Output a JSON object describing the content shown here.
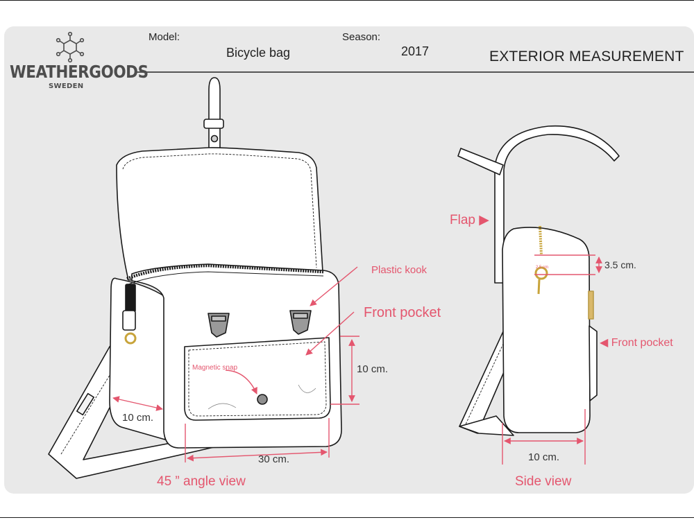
{
  "header": {
    "brand_name": "WEATHERGOODS",
    "brand_sub": "SWEDEN",
    "model_label": "Model:",
    "model_value": "Bicycle bag",
    "season_label": "Season:",
    "season_value": "2017",
    "doc_title": "EXTERIOR MEASUREMENT"
  },
  "angle_view": {
    "caption": "45 ” angle view",
    "callouts": {
      "plastic_hook": "Plastic kook",
      "front_pocket": "Front pocket",
      "magnetic_snap": "Magnetic snap",
      "pocket_height": "10 cm.",
      "side_depth": "10 cm.",
      "front_width": "30 cm."
    }
  },
  "side_view": {
    "caption": "Side view",
    "callouts": {
      "flap": "Flap ▶",
      "hook_gap": "3.5 cm.",
      "hook_small": "2.5 cm",
      "front_pocket": "◀  Front pocket",
      "depth": "10 cm."
    }
  },
  "colors": {
    "accent": "#e4566e",
    "line": "#1a1a1a",
    "sheet": "#e9e9e9"
  }
}
